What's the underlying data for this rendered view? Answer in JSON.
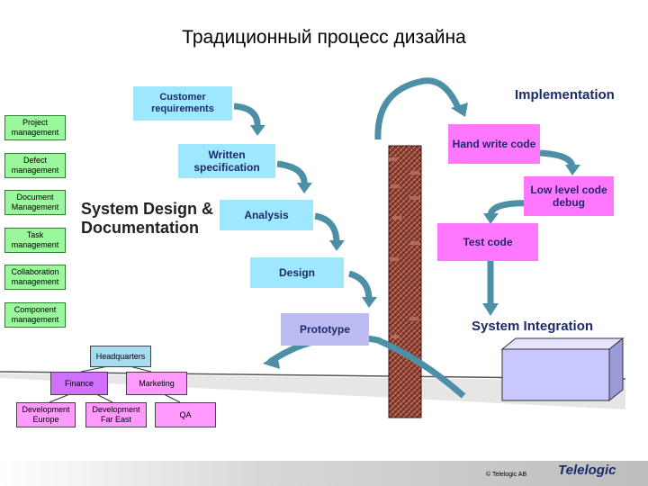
{
  "title": "Традиционный процесс дизайна",
  "left_items": [
    "Project management",
    "Defect management",
    "Document Management",
    "Task management",
    "Collaboration management",
    "Component management"
  ],
  "flow": {
    "customer": "Customer requirements",
    "written": "Written specification",
    "system_design": "System Design & Documentation",
    "analysis": "Analysis",
    "design": "Design",
    "prototype": "Prototype",
    "implementation": "Implementation",
    "hand_write": "Hand write code",
    "low_level": "Low level code debug",
    "test_code": "Test code",
    "system_integration": "System Integration"
  },
  "org": {
    "headquarters": "Headquarters",
    "finance": "Finance",
    "marketing": "Marketing",
    "dev_europe": "Development Europe",
    "dev_fareast": "Development Far East",
    "qa": "QA"
  },
  "footer": {
    "copyright": "© Telelogic AB",
    "logo": "Telelogic"
  },
  "colors": {
    "green": "#9bf79b",
    "cyan": "#9ee8ff",
    "lavender": "#bcbcf2",
    "magenta": "#ff77ff",
    "pink": "#ff9aff",
    "system_box": "#c8c8ff",
    "arrow": "#4d8fa6",
    "navy": "#1b2a6b"
  }
}
